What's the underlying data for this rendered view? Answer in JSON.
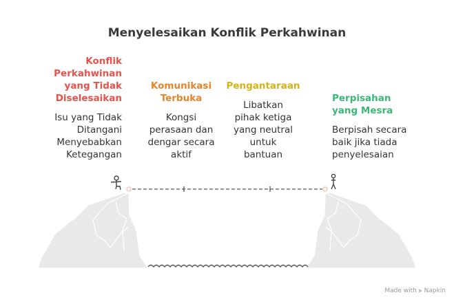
{
  "title": "Menyelesaikan Konflik Perkahwinan",
  "colors": {
    "red": "#e8524a",
    "orange": "#e8832a",
    "yellow": "#d4b414",
    "green": "#38b874"
  },
  "stages": [
    {
      "heading": [
        "Konflik",
        "Perkahwinan",
        "yang Tidak",
        "Diselesaikan"
      ],
      "body": [
        "Isu yang Tidak",
        "Ditangani",
        "Menyebabkan",
        "Ketegangan"
      ]
    },
    {
      "heading": [
        "Komunikasi",
        "Terbuka"
      ],
      "body": [
        "Kongsi",
        "perasaan dan",
        "dengar secara",
        "aktif"
      ]
    },
    {
      "heading": [
        "Pengantaraan"
      ],
      "body": [
        "Libatkan",
        "pihak ketiga",
        "yang neutral",
        "untuk",
        "bantuan"
      ]
    },
    {
      "heading": [
        "Perpisahan",
        "yang Mesra"
      ],
      "body": [
        "Berpisah secara",
        "baik jika tiada",
        "penyelesaian"
      ]
    }
  ],
  "footer": "Made with ⫸ Napkin"
}
